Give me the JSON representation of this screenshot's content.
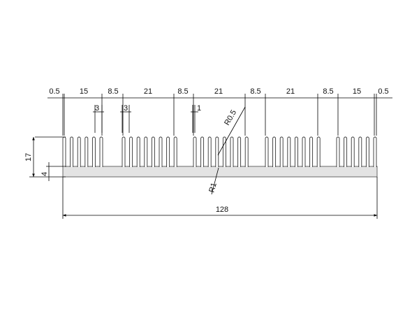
{
  "diagram": {
    "top_dims": [
      "0.5",
      "15",
      "8.5",
      "21",
      "8.5",
      "21",
      "8.5",
      "21",
      "8.5",
      "15",
      "0.5"
    ],
    "fin_gap_labels": [
      "3",
      "3",
      "1"
    ],
    "radius_top": "R0.5",
    "radius_bottom": "R1",
    "height_total": "17",
    "base_thickness": "4",
    "overall_width": "128"
  }
}
